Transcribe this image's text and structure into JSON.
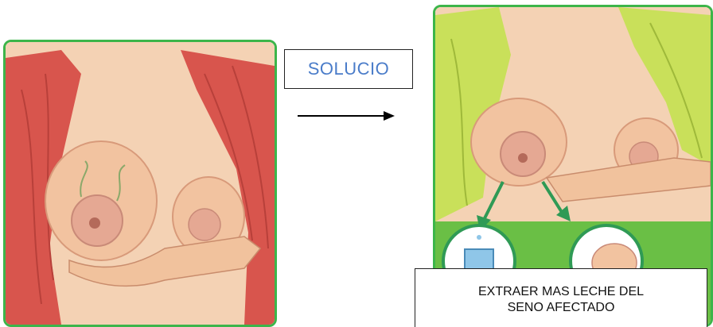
{
  "solution_label": "SOLUCIO",
  "caption": {
    "line1": "EXTRAER MAS LECHE DEL",
    "line2": "SENO AFECTADO"
  },
  "colors": {
    "frame_green": "#3cb54a",
    "skin": "#f2c9a6",
    "shirt_red": "#d8554d",
    "shirt_yellow_green": "#c9e05a",
    "label_blue": "#4a7cc9"
  }
}
